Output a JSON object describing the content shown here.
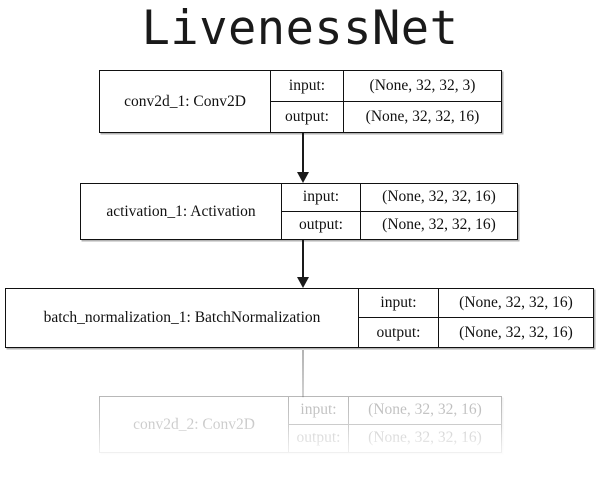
{
  "diagram": {
    "title": "LivenessNet",
    "io_labels": {
      "input": "input:",
      "output": "output:"
    },
    "nodes": [
      {
        "id": "conv2d_1",
        "name": "conv2d_1: Conv2D",
        "input": "(None, 32, 32, 3)",
        "output": "(None, 32, 32, 16)",
        "faded": false
      },
      {
        "id": "activation_1",
        "name": "activation_1: Activation",
        "input": "(None, 32, 32, 16)",
        "output": "(None, 32, 32, 16)",
        "faded": false
      },
      {
        "id": "batch_normalization_1",
        "name": "batch_normalization_1: BatchNormalization",
        "input": "(None, 32, 32, 16)",
        "output": "(None, 32, 32, 16)",
        "faded": false
      },
      {
        "id": "conv2d_2",
        "name": "conv2d_2: Conv2D",
        "input": "(None, 32, 32, 16)",
        "output": "(None, 32, 32, 16)",
        "faded": true
      }
    ],
    "edges": [
      {
        "from": "conv2d_1",
        "to": "activation_1",
        "faded": false
      },
      {
        "from": "activation_1",
        "to": "batch_normalization_1",
        "faded": false
      },
      {
        "from": "batch_normalization_1",
        "to": "conv2d_2",
        "faded": true
      }
    ],
    "colors": {
      "background": "#ffffff",
      "border": "#111111",
      "text": "#111111",
      "title_text": "#1a1a1a",
      "arrow": "#1a1a1a",
      "arrow_faded": "#9a9a9a"
    }
  }
}
